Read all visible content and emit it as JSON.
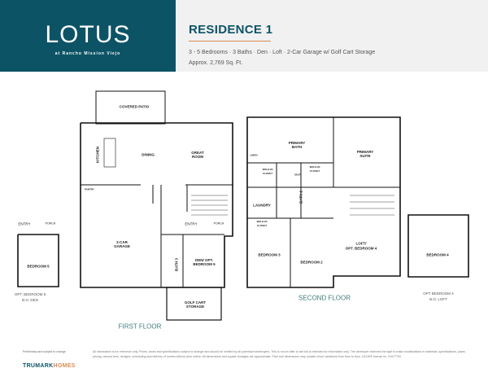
{
  "header": {
    "logo": {
      "word": "LOTUS",
      "subtitle": "at Rancho Mission Viejo"
    },
    "title": "RESIDENCE 1",
    "features": "3 - 5 Bedrooms  ·  3 Baths  ·  Den  ·   Loft  ·  2-Car Garage w/ Golf Cart Storage",
    "area": "Approx. 2,769 Sq. Ft."
  },
  "colors": {
    "brand_teal": "#0d5366",
    "accent_orange": "#d98b54",
    "floor_label": "#3f7c7a"
  },
  "first_floor": {
    "label": "FIRST FLOOR",
    "rooms": {
      "covered_patio": "COVERED PATIO",
      "kitchen": "KITCHEN",
      "dining": "DINING",
      "great_room": "GREAT ROOM",
      "pantry": "PANTRY",
      "garage": "2-CAR GARAGE",
      "entry": "ENTRY",
      "porch": "PORCH",
      "bath3": "BATH 3",
      "den": "DEN/ OPT. BEDROOM 5",
      "golf_cart": "GOLF CART STORAGE"
    }
  },
  "opt_bedroom5": {
    "entry": "ENTRY",
    "porch": "PORCH",
    "bedroom": "BEDROOM 5",
    "caption_1": "OPT. BEDROOM 5",
    "caption_2": "B.O. DEN"
  },
  "second_floor": {
    "label": "SECOND FLOOR",
    "rooms": {
      "primary_bath": "PRIMARY BATH",
      "primary_suite": "PRIMARY SUITE",
      "walk_in_1": "WALK-IN CLOSET",
      "walk_in_2": "WALK-IN CLOSET",
      "linen": "LINEN",
      "seat": "SEAT",
      "laundry": "LAUNDRY",
      "bath2": "BATH 2",
      "walk_in_3": "WALK-IN CLOSET",
      "bedroom3": "BEDROOM 3",
      "bedroom2": "BEDROOM 2",
      "loft_1": "LOFT/",
      "loft_2": "OPT. BEDROOM 4"
    }
  },
  "opt_bedroom4": {
    "bedroom": "BEDROOM 4",
    "caption_1": "OPT BEDROOM 4",
    "caption_2": "B.O. LOFT"
  },
  "footer": {
    "preliminary": "Preliminary and subject to change",
    "brand_1": "TRUMARK",
    "brand_2": "HOMES",
    "disclaimer": "All information is for reference only. Prices, taxes and specifications subject to change and should be verified by all potential homebuyers. This is not an offer to sell but is intended for information only. The developer reserves the right to make modifications in materials, specifications, plans, pricing, various fees, designs, scheduling and delivery of homes without prior notice. All dimensions and square footages are approximate. Plan and dimensions may contain minor variations from floor to floor. CA DRE license no. 01977720"
  }
}
